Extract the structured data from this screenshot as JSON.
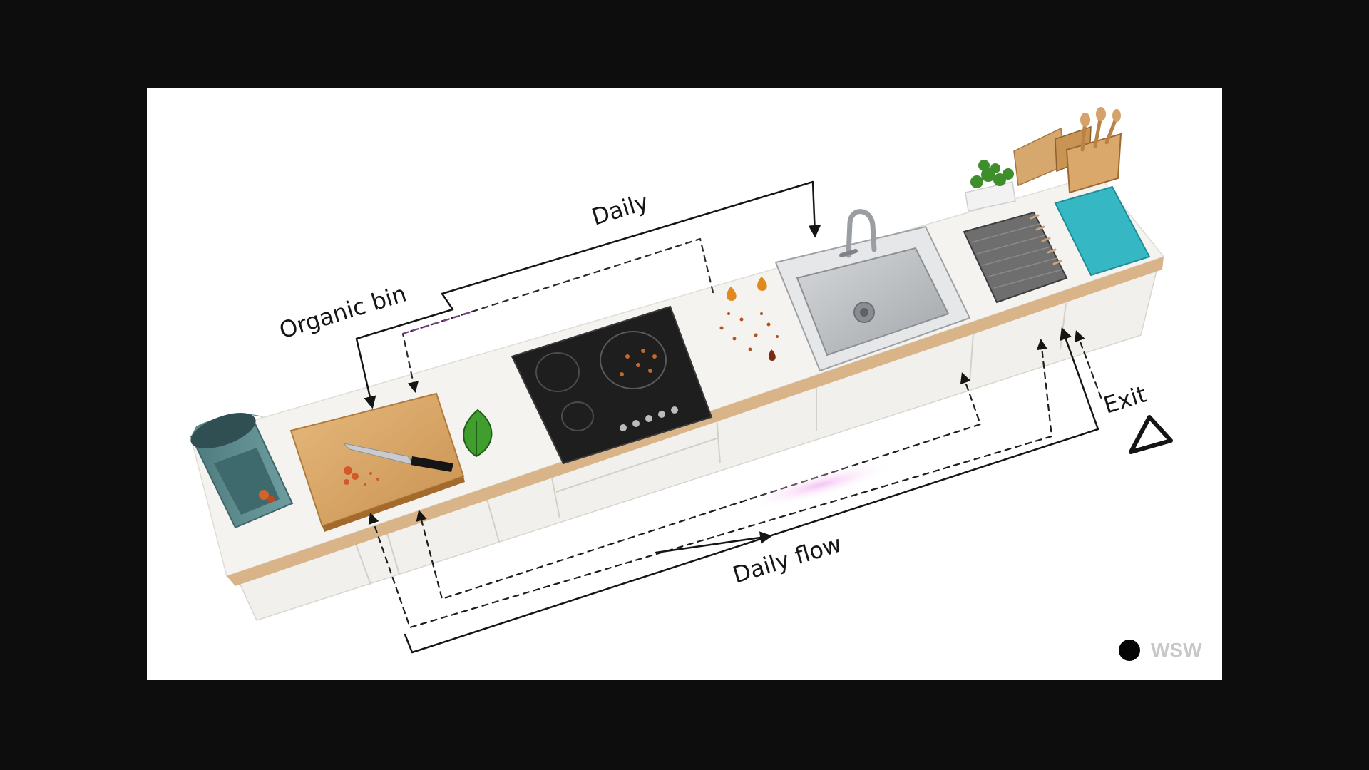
{
  "diagram": {
    "labels": {
      "organic_bin": "Organic bin",
      "daily": "Daily",
      "daily_flow": "Daily flow",
      "exit": "Exit"
    },
    "logo": {
      "text": "WSW"
    }
  },
  "colors": {
    "frame": "#0d0d0d",
    "canvas": "#ffffff",
    "counter_top": "#f4f2ef",
    "cabinet": "#f3f2ef",
    "wood": "#d9a86a",
    "cooktop": "#1e1e1f",
    "bin": "#5e8c8f",
    "teal_mat": "#36b7c4",
    "grey_mat": "#6e6e6e",
    "leaf": "#3f9e2e",
    "arrow": "#151515",
    "dash_purple": "#7d3a8c"
  },
  "icons": [
    "compost-bin-icon",
    "cutting-board-icon",
    "knife-icon",
    "leaf-icon",
    "cooktop-icon",
    "sink-icon",
    "faucet-icon",
    "dish-mat-icon",
    "utensil-holder-icon",
    "herb-pot-icon",
    "triangle-exit-icon",
    "dot-icon"
  ]
}
